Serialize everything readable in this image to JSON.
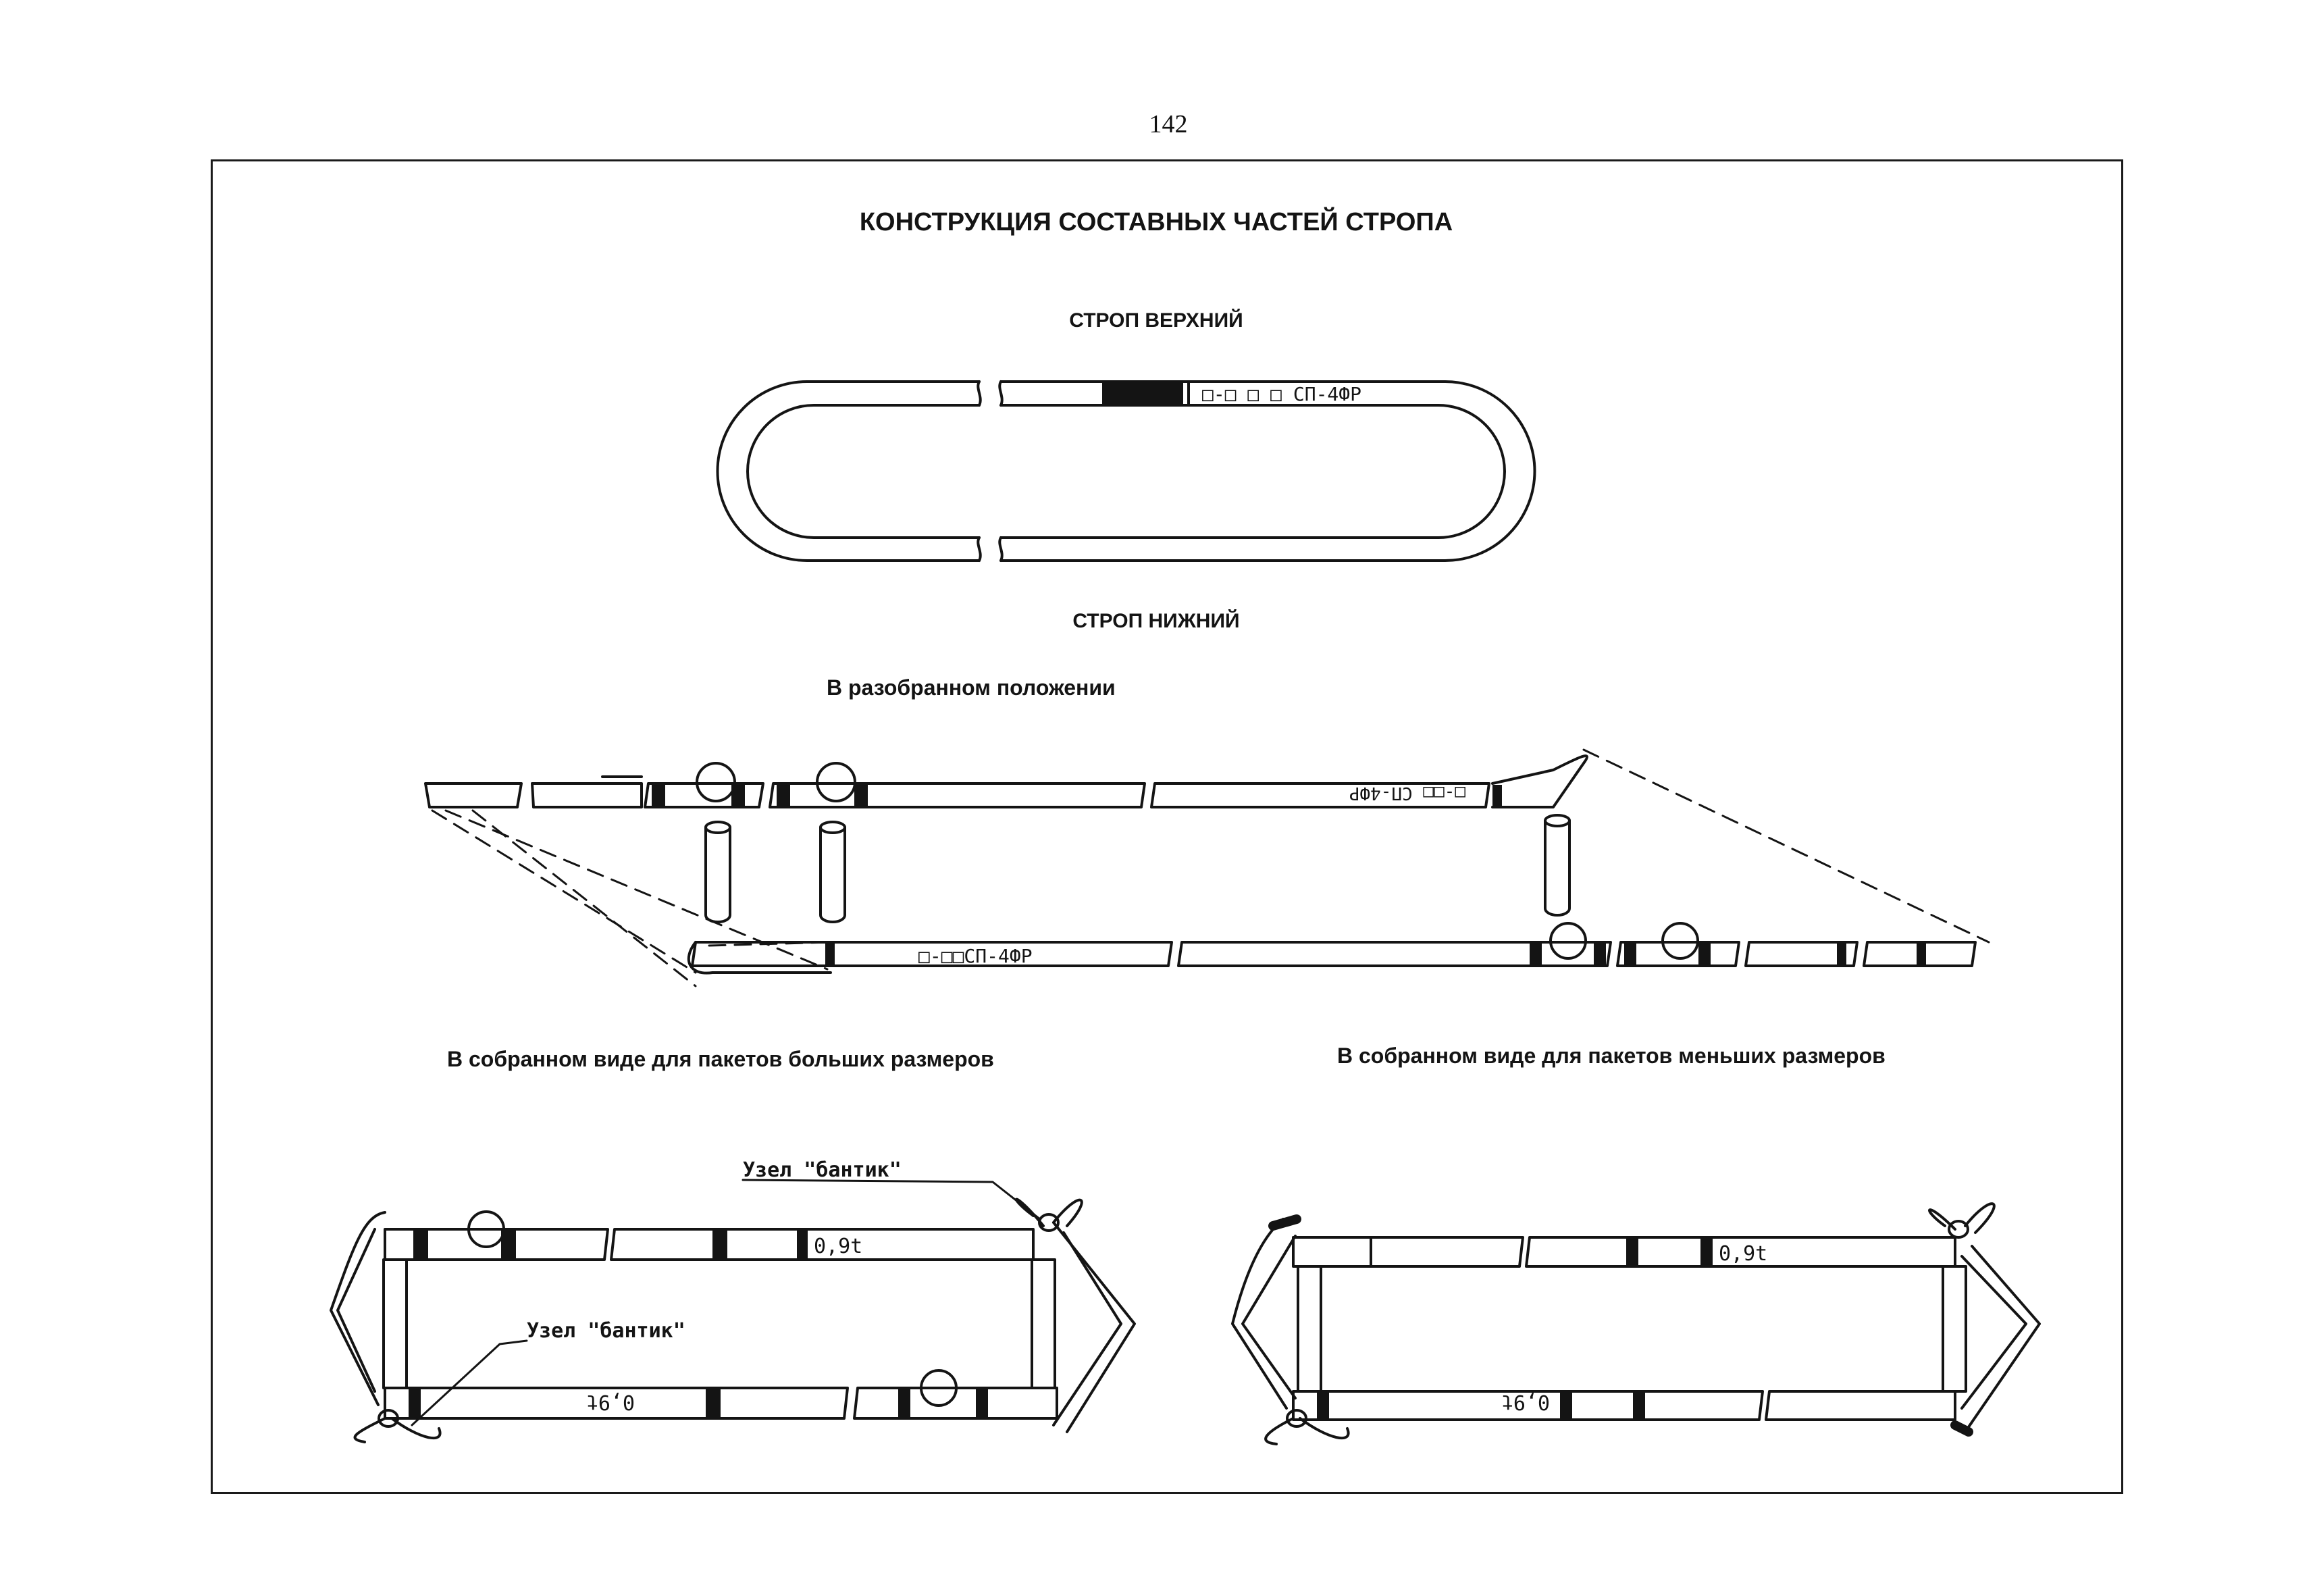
{
  "page_number": "142",
  "title": "КОНСТРУКЦИЯ СОСТАВНЫХ ЧАСТЕЙ СТРОПА",
  "upper_sling": {
    "title": "СТРОП ВЕРХНИЙ",
    "marking": "□-□ □ □ СП-4ФР"
  },
  "lower_sling": {
    "title": "СТРОП НИЖНИЙ",
    "disassembled_caption": "В разобранном положении",
    "marking_top": "□-□□ СП-4ФР",
    "marking_bottom": "□-□□СП-4ФР"
  },
  "assembled_large": {
    "caption": "В собранном виде для пакетов больших размеров",
    "knot_label_top": "Узел \"бантик\"",
    "knot_label_left": "Узел \"бантик\"",
    "load_top": "0,9t",
    "load_bottom": "0,9t"
  },
  "assembled_small": {
    "caption": "В собранном виде для пакетов меньших размеров",
    "load_top": "0,9t",
    "load_bottom": "0,9t"
  },
  "colors": {
    "ink": "#141414",
    "paper": "#ffffff"
  }
}
